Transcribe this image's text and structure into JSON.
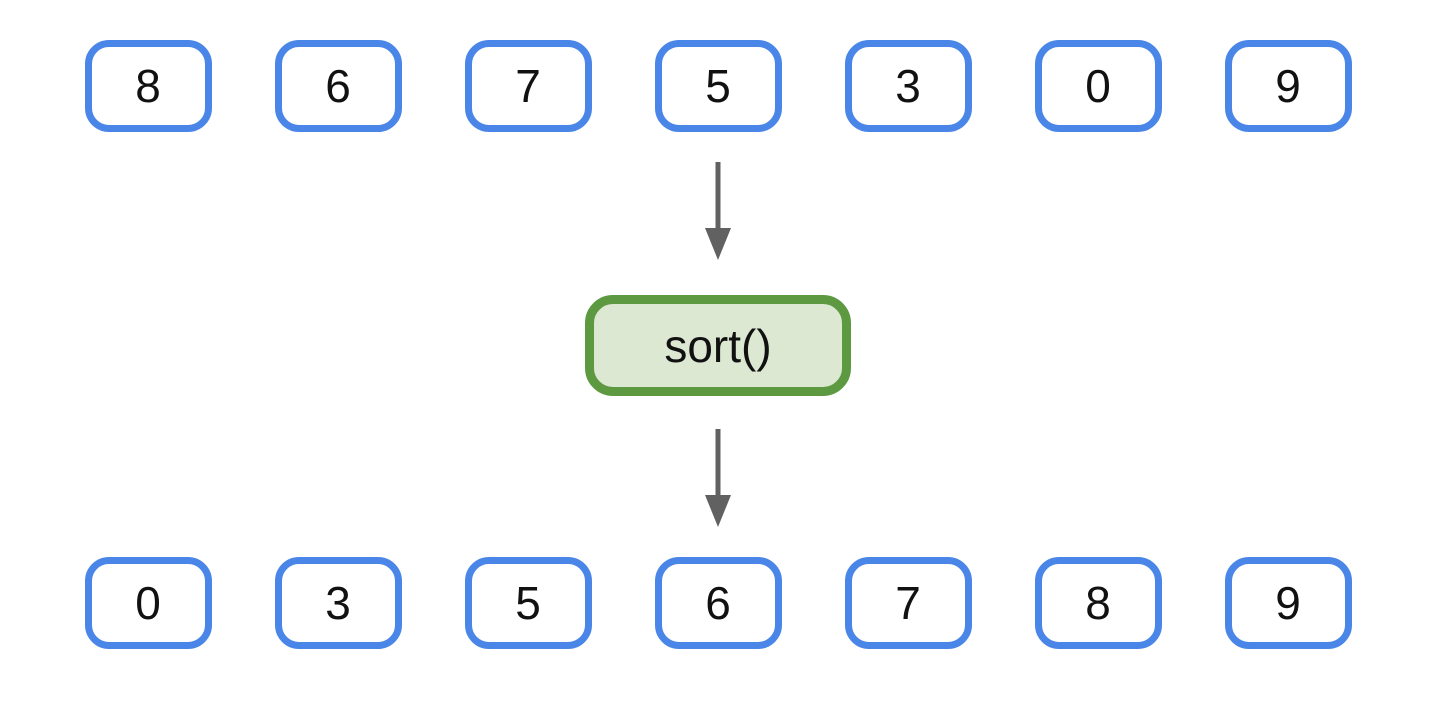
{
  "diagram": {
    "input_values": [
      "8",
      "6",
      "7",
      "5",
      "3",
      "0",
      "9"
    ],
    "operation_label": "sort()",
    "output_values": [
      "0",
      "3",
      "5",
      "6",
      "7",
      "8",
      "9"
    ],
    "colors": {
      "background": "#ffffff",
      "box_border": "#4a86e8",
      "box_fill": "#ffffff",
      "operation_border": "#5d9941",
      "operation_fill": "#dde8d3",
      "arrow": "#616161",
      "text": "#111111"
    }
  }
}
